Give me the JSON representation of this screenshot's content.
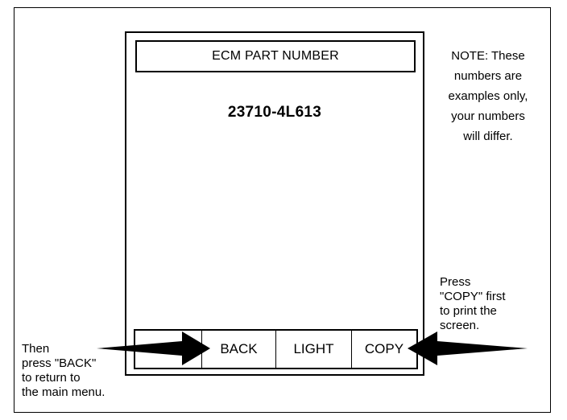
{
  "screen": {
    "title": "ECM PART NUMBER",
    "part_number": "23710-4L613"
  },
  "softkeys": [
    {
      "label": ""
    },
    {
      "label": "BACK"
    },
    {
      "label": "LIGHT"
    },
    {
      "label": "COPY"
    }
  ],
  "annotations": {
    "note_lines": [
      "NOTE:  These",
      "numbers are",
      "examples only,",
      "your numbers",
      "will differ."
    ],
    "copy_callout_lines": [
      "Press",
      "\"COPY\" first",
      "to print the",
      "screen."
    ],
    "back_callout_lines": [
      "Then",
      "press \"BACK\"",
      "to return to",
      "the main menu."
    ]
  },
  "icons": [
    "arrow-right-icon",
    "arrow-left-icon"
  ]
}
